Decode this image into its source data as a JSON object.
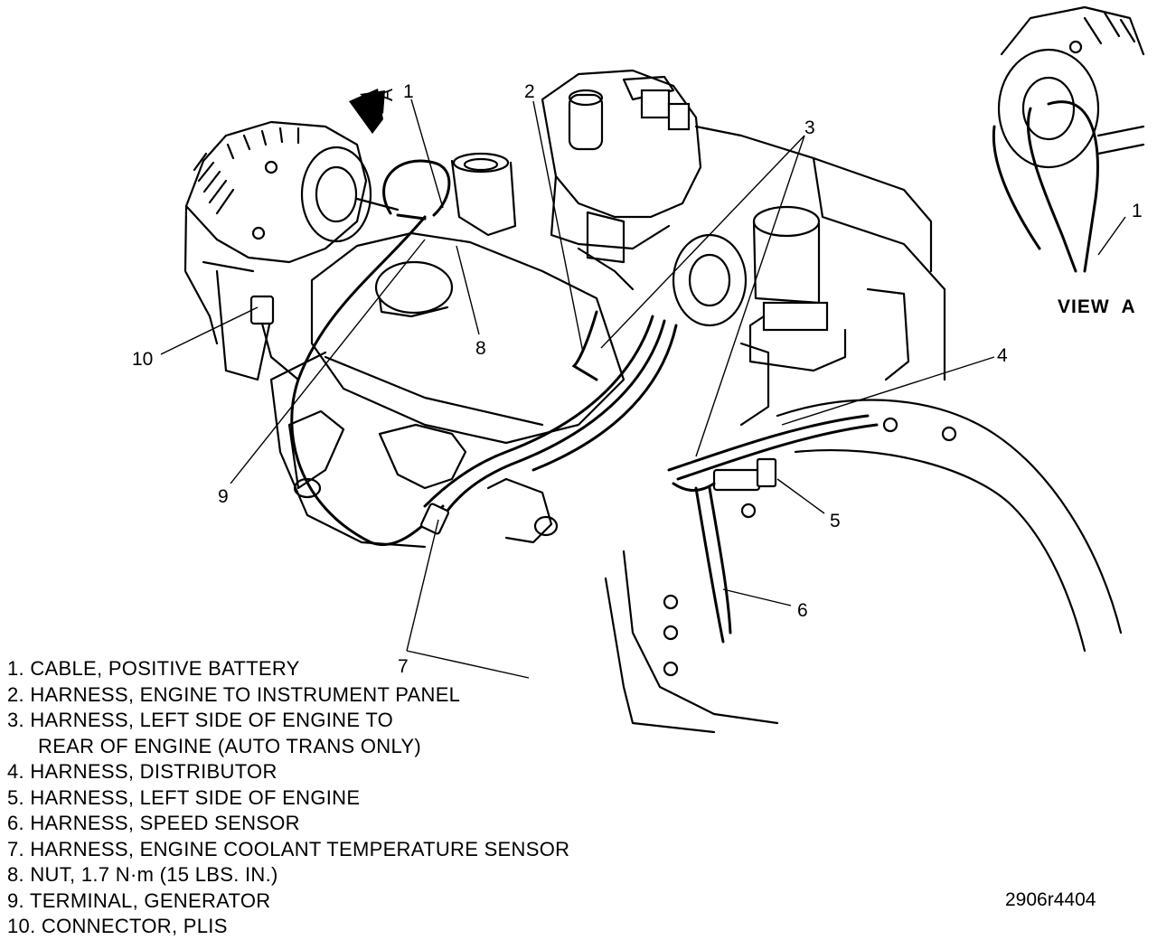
{
  "callouts": {
    "c1": "1",
    "c2": "2",
    "c3": "3",
    "c4": "4",
    "c5": "5",
    "c6": "6",
    "c7": "7",
    "c8": "8",
    "c9": "9",
    "c10": "10",
    "view_a_1": "1"
  },
  "view_arrow_letter": "A",
  "view_label": "VIEW  A",
  "figure_id": "2906r4404",
  "legend": [
    "1. CABLE, POSITIVE BATTERY",
    "2. HARNESS, ENGINE TO INSTRUMENT PANEL",
    "3. HARNESS, LEFT SIDE OF ENGINE TO",
    "REAR OF ENGINE (AUTO TRANS ONLY)",
    "4. HARNESS, DISTRIBUTOR",
    "5. HARNESS, LEFT SIDE OF ENGINE",
    "6. HARNESS, SPEED SENSOR",
    "7. HARNESS, ENGINE COOLANT TEMPERATURE SENSOR",
    "8. NUT, 1.7 N·m (15 LBS. IN.)",
    "9. TERMINAL, GENERATOR",
    "10. CONNECTOR, PLIS"
  ]
}
